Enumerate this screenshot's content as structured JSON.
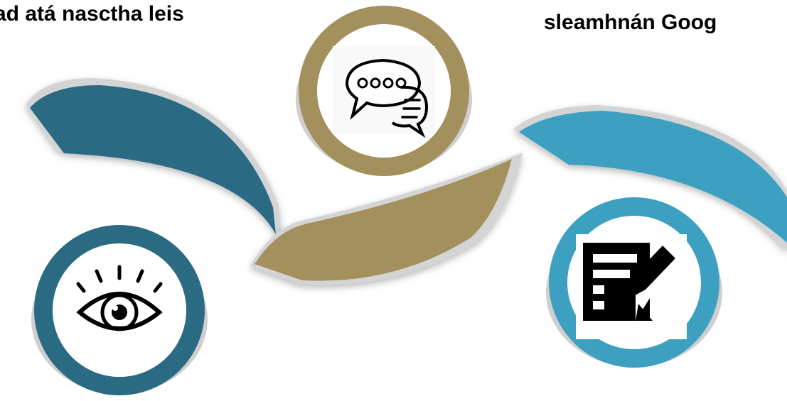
{
  "captions": {
    "left": "ad atá nasctha leis",
    "right": "sleamhnán Goog"
  },
  "palette": {
    "teal": "#2a6a83",
    "gold": "#a3905d",
    "sky": "#3ea0c1",
    "ring_shadow": "#cfcfcf"
  },
  "steps": [
    {
      "icon": "eye-icon",
      "ring_color": "teal"
    },
    {
      "icon": "speech-bubbles-icon",
      "ring_color": "gold"
    },
    {
      "icon": "document-edit-icon",
      "ring_color": "sky"
    }
  ]
}
